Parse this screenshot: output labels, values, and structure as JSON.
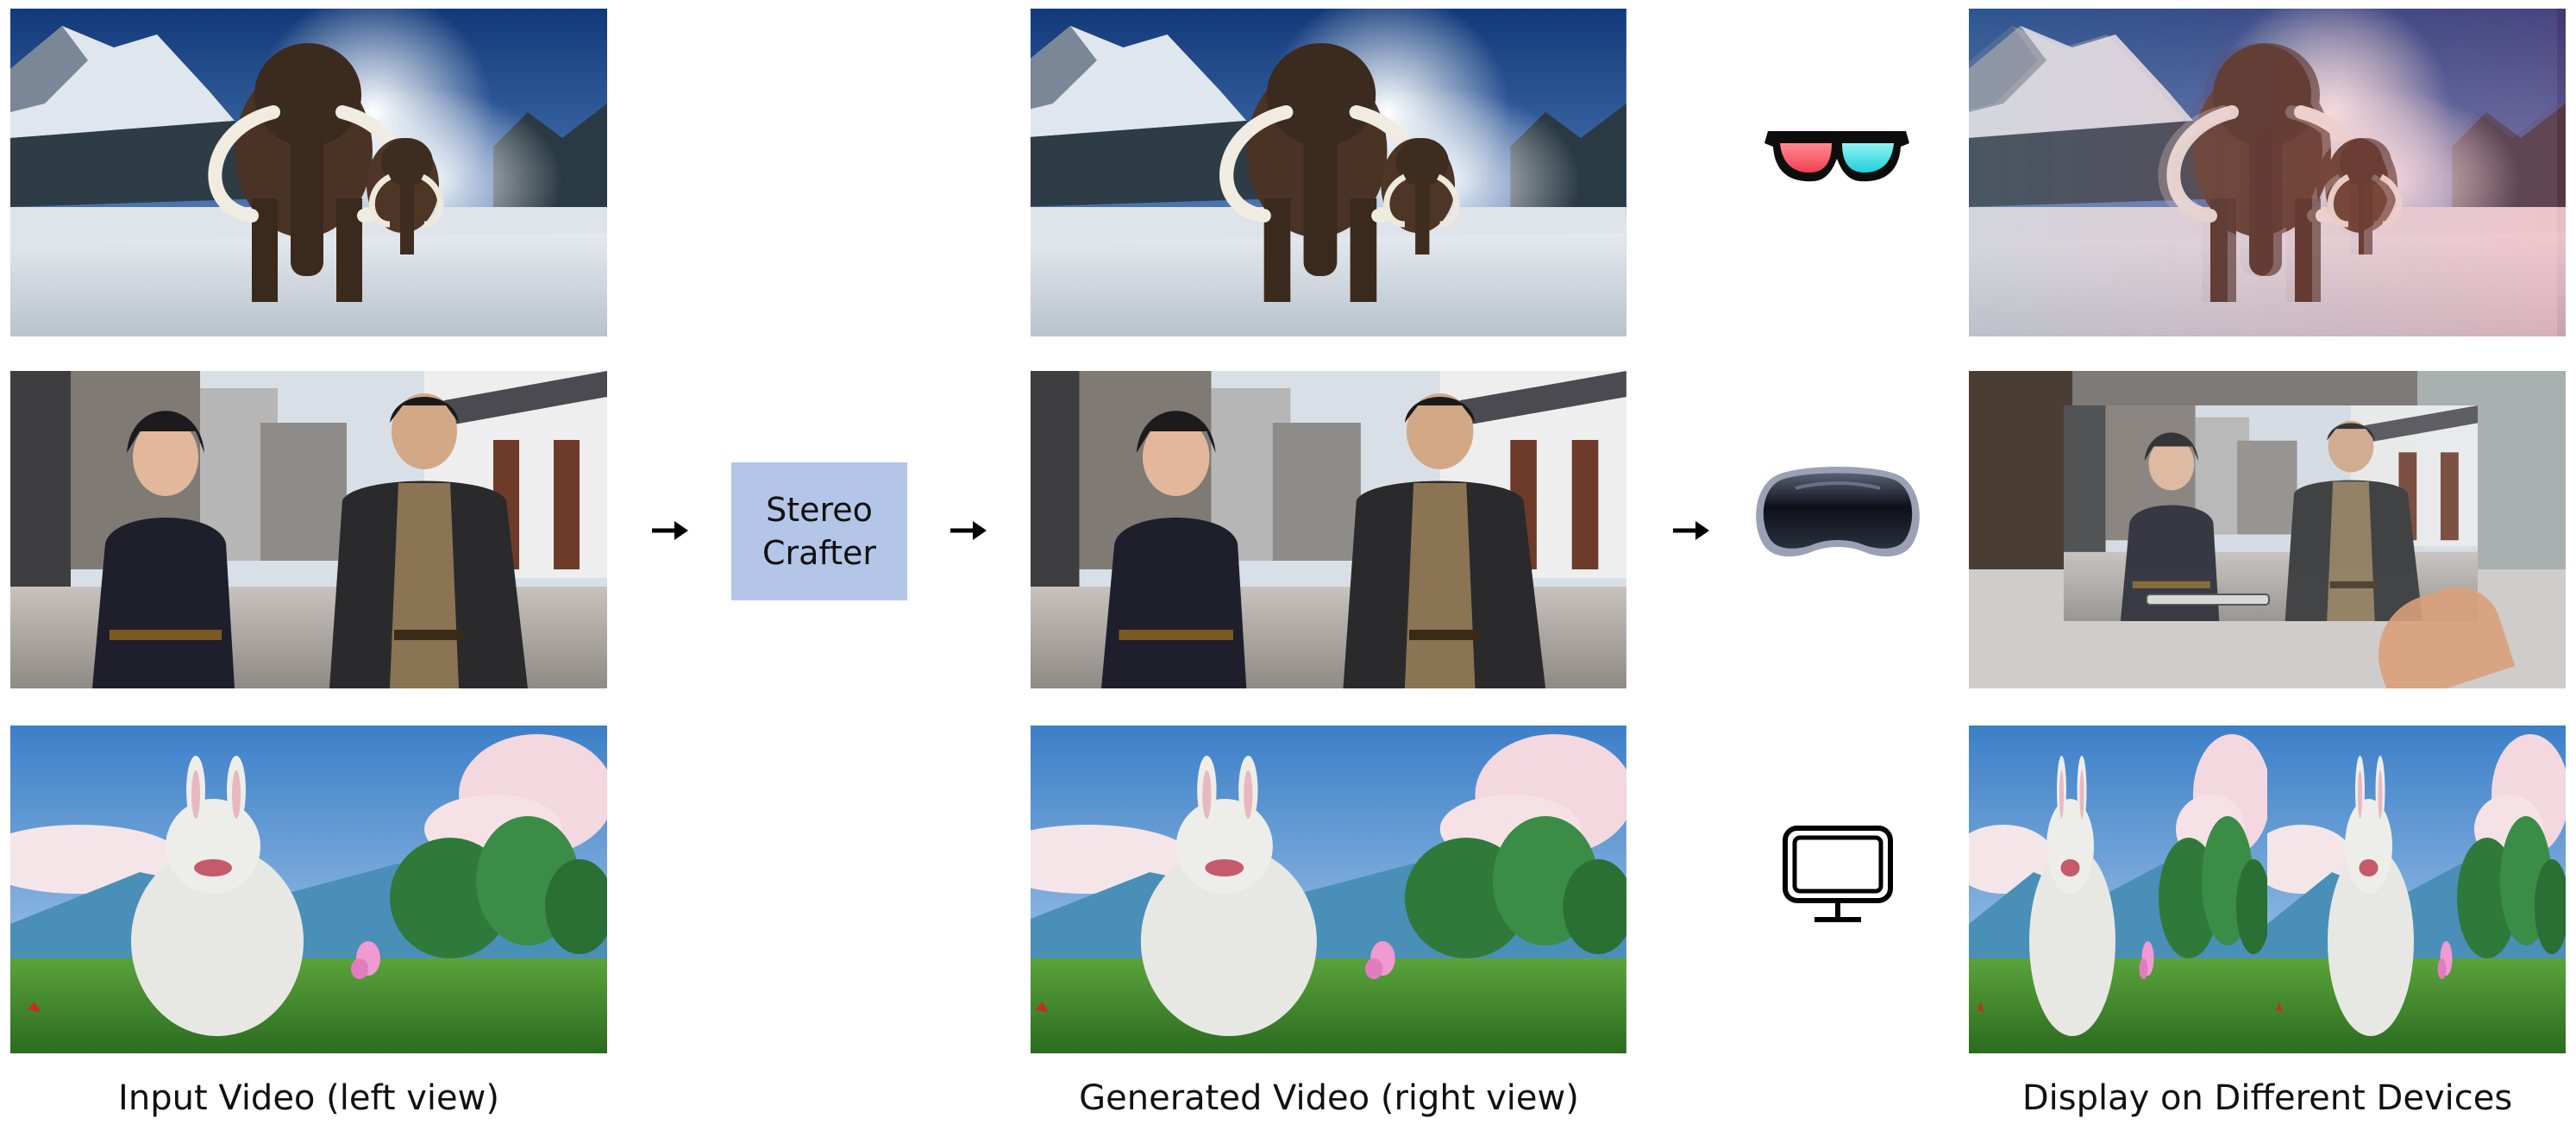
{
  "captions": {
    "input": "Input Video (left view)",
    "generated": "Generated Video (right view)",
    "display": "Display on Different Devices"
  },
  "model": {
    "line1": "Stereo",
    "line2": "Crafter"
  },
  "icons": {
    "anaglyph": "anaglyph-3d-glasses-icon",
    "headset": "vr-headset-icon",
    "monitor": "monitor-icon"
  },
  "colors": {
    "model_box": "#b4c6e7",
    "anaglyph_red": "#ff5a6a",
    "anaglyph_cyan": "#3fe3e8"
  },
  "rows": [
    {
      "scene": "woolly-mammoths-in-snow"
    },
    {
      "scene": "two-men-in-traditional-robes-on-street"
    },
    {
      "scene": "animated-rabbit-in-meadow"
    }
  ]
}
